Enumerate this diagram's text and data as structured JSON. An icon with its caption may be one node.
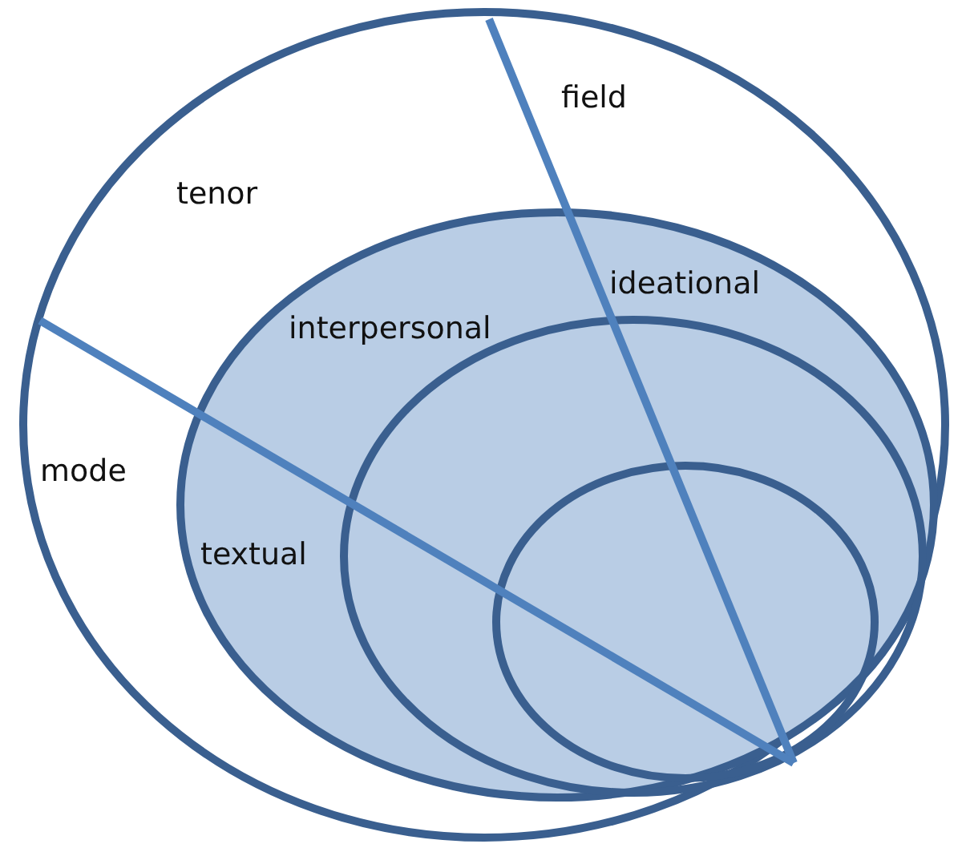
{
  "diagram": {
    "nodes": [
      {
        "text": [
          "field",
          "tenor",
          "mode"
        ]
      },
      {
        "text": [
          "ideational",
          "interpersonal",
          "textual"
        ],
        "in": 0
      },
      {
        "text": [],
        "shape": "ellipse",
        "in": 1
      },
      {
        "text": [],
        "shape": "ellipse",
        "in": 2
      }
    ],
    "edges": []
  }
}
